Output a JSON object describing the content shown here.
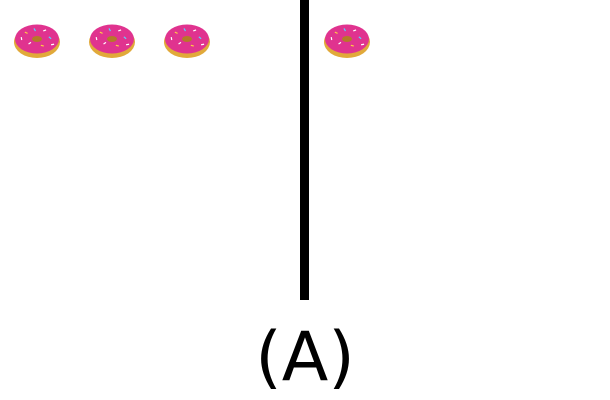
{
  "groups": {
    "left": {
      "count": 3,
      "icon": "donut-icon"
    },
    "right": {
      "count": 1,
      "icon": "donut-icon"
    }
  },
  "colors": {
    "frosting": "#e0338f",
    "dough": "#e1a93a",
    "divider": "#000000"
  },
  "option_label": "(A)"
}
